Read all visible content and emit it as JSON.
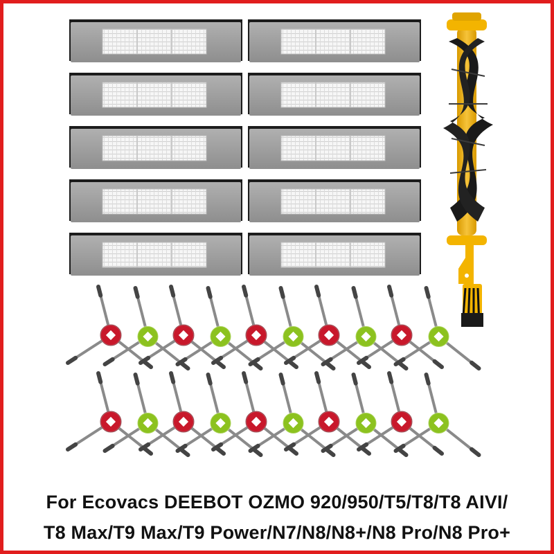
{
  "caption": {
    "line1": "For Ecovacs DEEBOT OZMO 920/950/T5/T8/T8 AIVI/",
    "line2": "T8 Max/T9 Max/T9 Power/N7/N8/N8+/N8 Pro/N8 Pro+"
  },
  "product": {
    "hepa_filter_count": 10,
    "side_brush_count": 20,
    "main_brush_count": 1,
    "cleaning_tool_count": 1,
    "side_brush_hub_colors": [
      "#c8182b",
      "#8cc21f"
    ]
  },
  "colors": {
    "frame": "#e11d1d",
    "filter_frame": "#9a9a9a",
    "filter_media": "#f4f4f4",
    "main_brush_yellow": "#f3b400",
    "bristle_black": "#1a1a1a"
  }
}
